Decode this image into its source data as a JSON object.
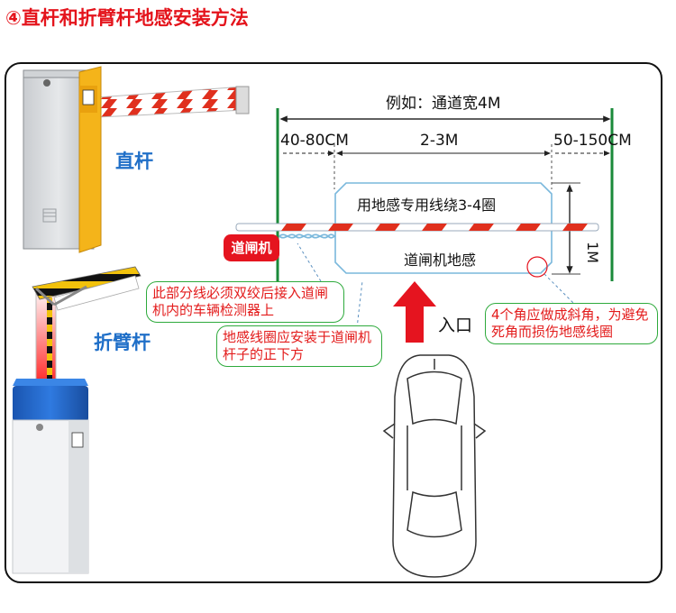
{
  "heading": "④直杆和折臂杆地感安装方法",
  "labels": {
    "straight_pole": "直杆",
    "folding_pole": "折臂杆",
    "gate_tag": "道闸机",
    "entry": "入口"
  },
  "dimensions": {
    "example_width": "例如：通道宽4M",
    "left_gap": "40-80CM",
    "middle_gap": "2-3M",
    "right_gap": "50-150CM",
    "loop_depth": "1M"
  },
  "loop": {
    "winding_note": "用地感专用线绕3-4圈",
    "loop_name": "道闸机地感"
  },
  "notes": {
    "twist_note": "此部分线必须双绞后接入道闸机内的车辆检测器上",
    "position_note": "地感线圈应安装于道闸机杆子的正下方",
    "corner_note": "4个角应做成斜角，为避免死角而损伤地感线圈"
  },
  "colors": {
    "title_red": "#e4141c",
    "label_blue": "#1f6fc8",
    "lane_green": "#1a8a3a",
    "loop_blue": "#7ab8dc",
    "boom_red": "#e0301e",
    "gate_yellow": "#f4b41a",
    "gate_blue": "#1d64c8"
  }
}
